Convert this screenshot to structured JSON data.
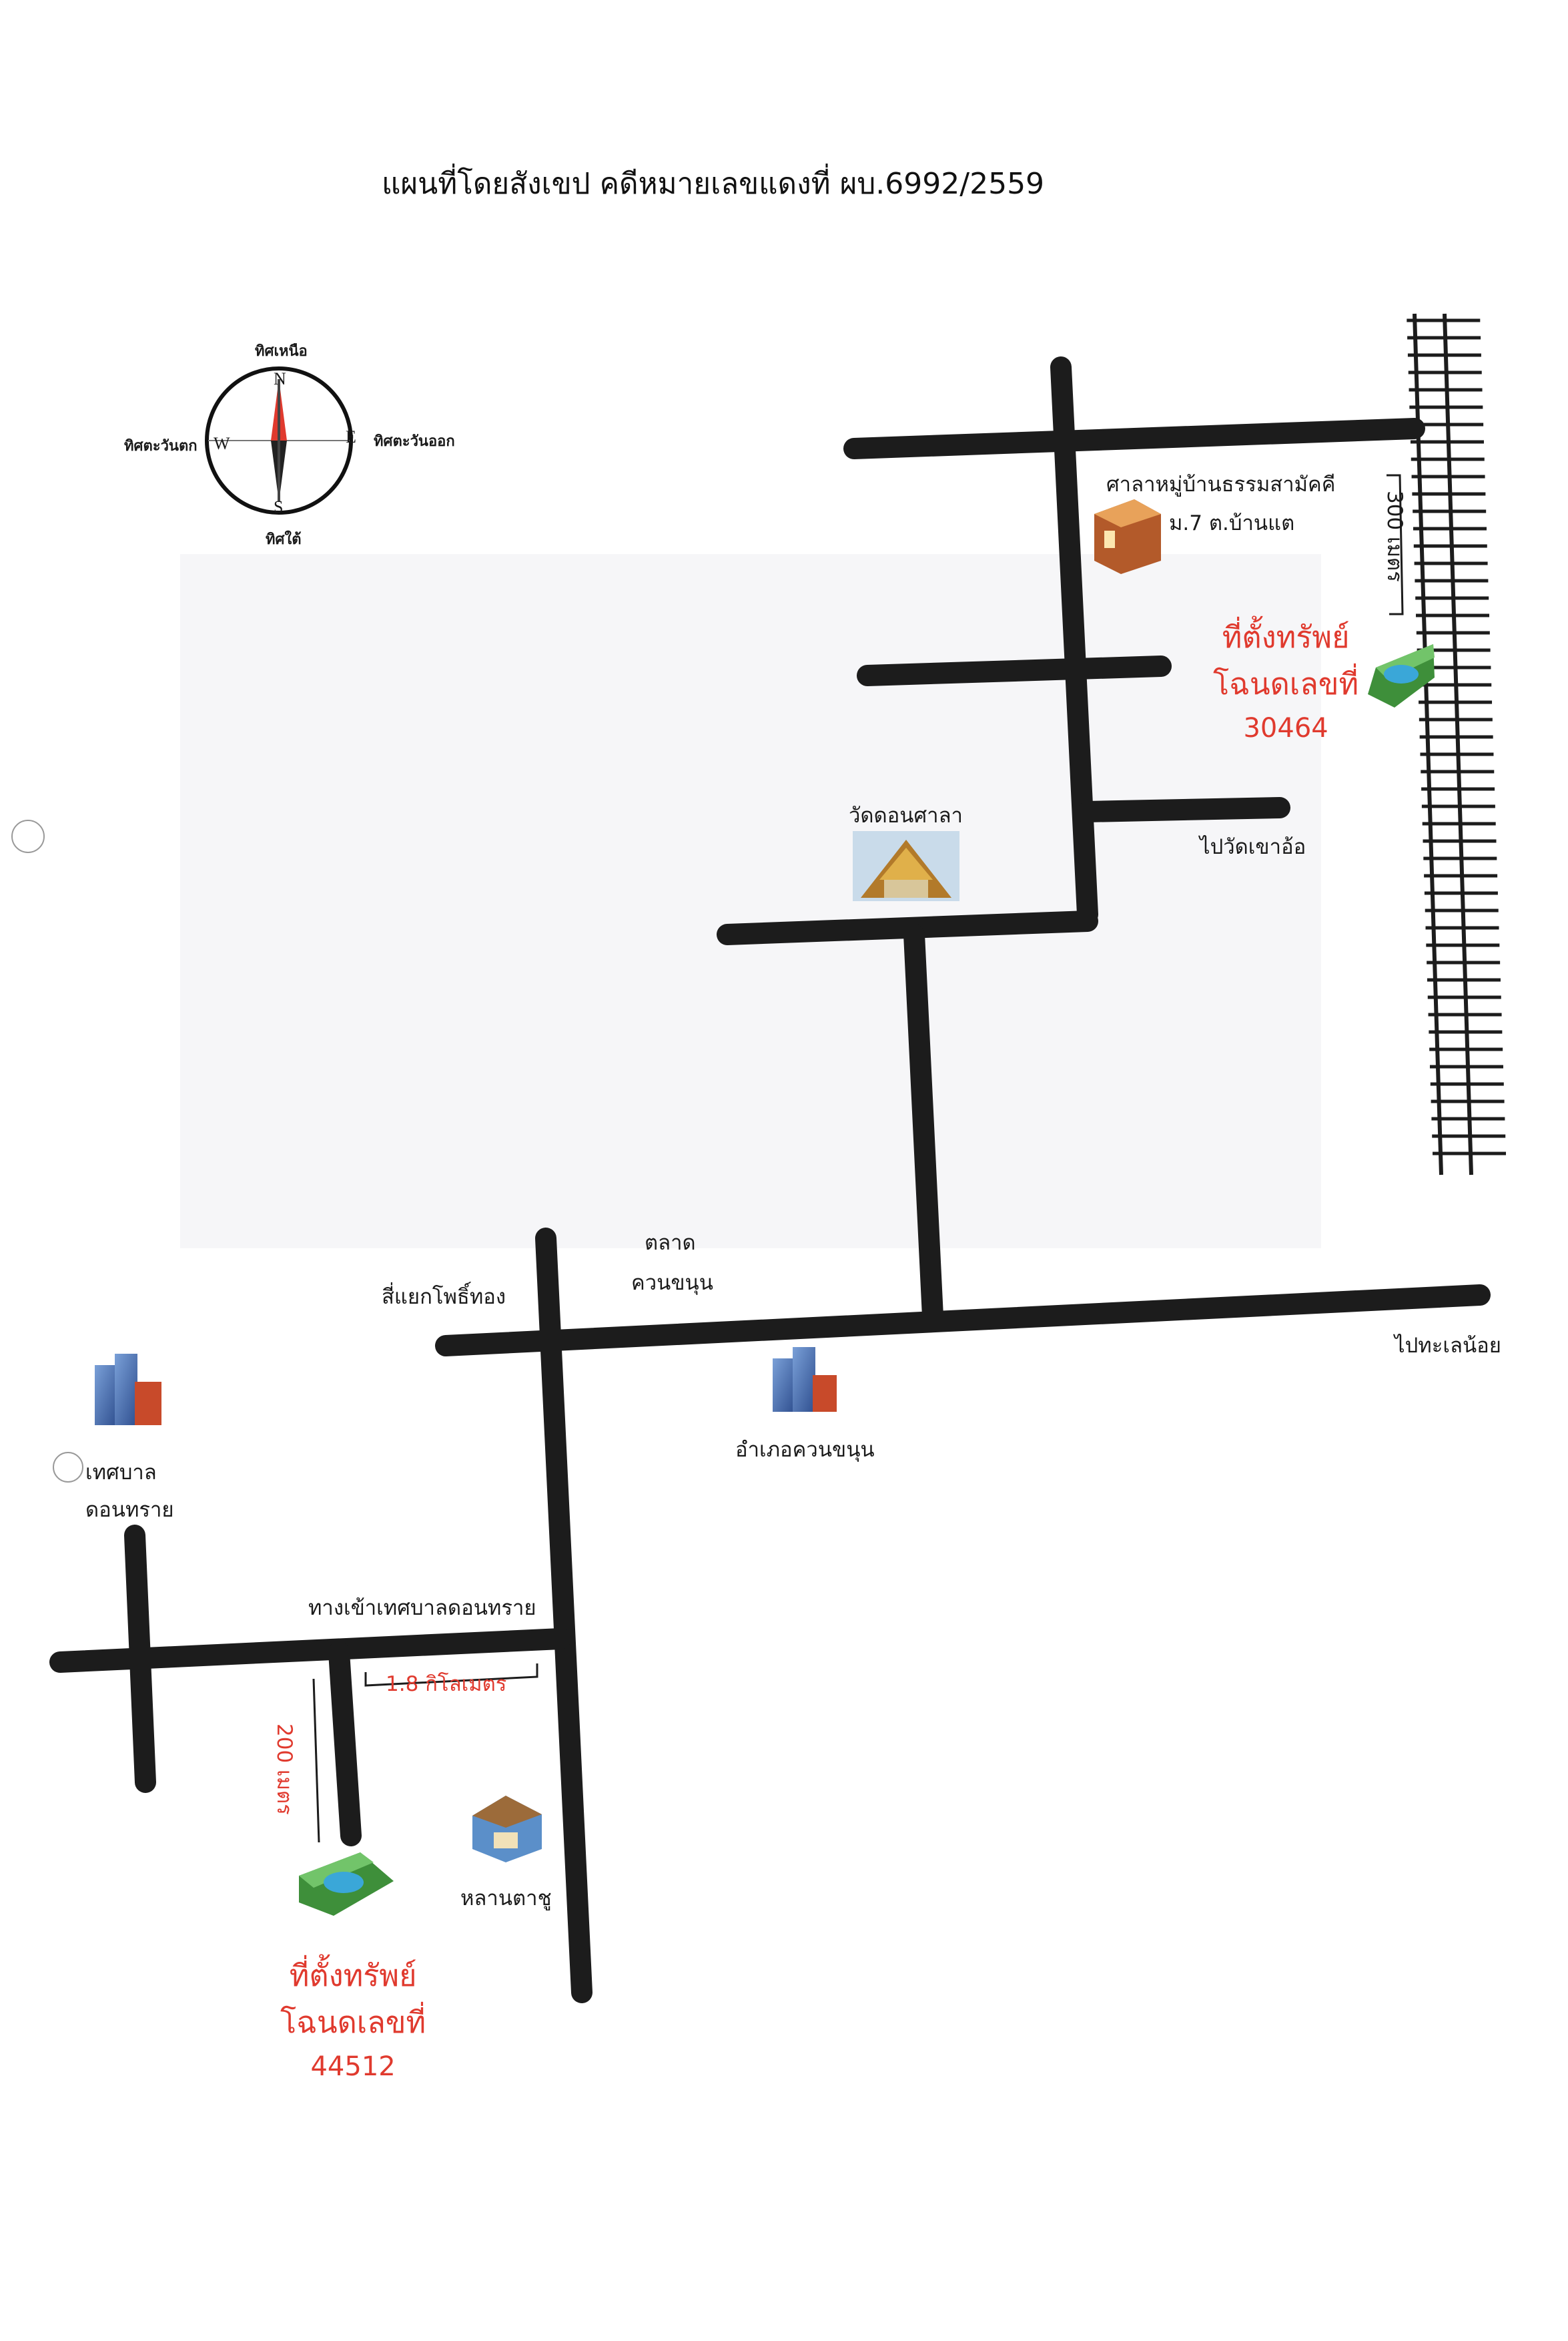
{
  "title": "แผนที่โดยสังเขป คดีหมายเลขแดงที่ ผบ.6992/2559",
  "compass": {
    "north": "ทิศเหนือ",
    "south": "ทิศใต้",
    "east": "ทิศตะวันออก",
    "west": "ทิศตะวันตก",
    "n": "N",
    "s": "S",
    "e": "E",
    "w": "W"
  },
  "places": {
    "village_hall": "ศาลาหมู่บ้านธรรมสามัคคี",
    "village_no": "ม.7 ต.บ้านแต",
    "temple": "วัดดอนศาลา",
    "to_khao_o": "ไปวัดเขาอ้อ",
    "market_line1": "ตลาด",
    "market_line2": "ควนขนุน",
    "junction": "สี่แยกโพธิ์ทอง",
    "to_thale_noi": "ไปทะเลน้อย",
    "district_office": "อำเภอควนขนุน",
    "municipality_line1": "เทศบาล",
    "municipality_line2": "ดอนทราย",
    "municipality_entrance": "ทางเข้าเทศบาลดอนทราย",
    "lan_ta_chu": "หลานตาชู"
  },
  "distances": {
    "rail_gap": "300 เมตร",
    "km_1_8": "1.8 กิโลเมตร",
    "m_200": "200 เมตร"
  },
  "properties": [
    {
      "line1": "ที่ตั้งทรัพย์",
      "line2": "โฉนดเลขที่",
      "deed_no": "30464"
    },
    {
      "line1": "ที่ตั้งทรัพย์",
      "line2": "โฉนดเลขที่",
      "deed_no": "44512"
    }
  ],
  "colors": {
    "road": "#1c1c1c",
    "accent_red": "#e03a2e",
    "compass_needle_north": "#e03a2e",
    "compass_needle_south": "#222222"
  }
}
